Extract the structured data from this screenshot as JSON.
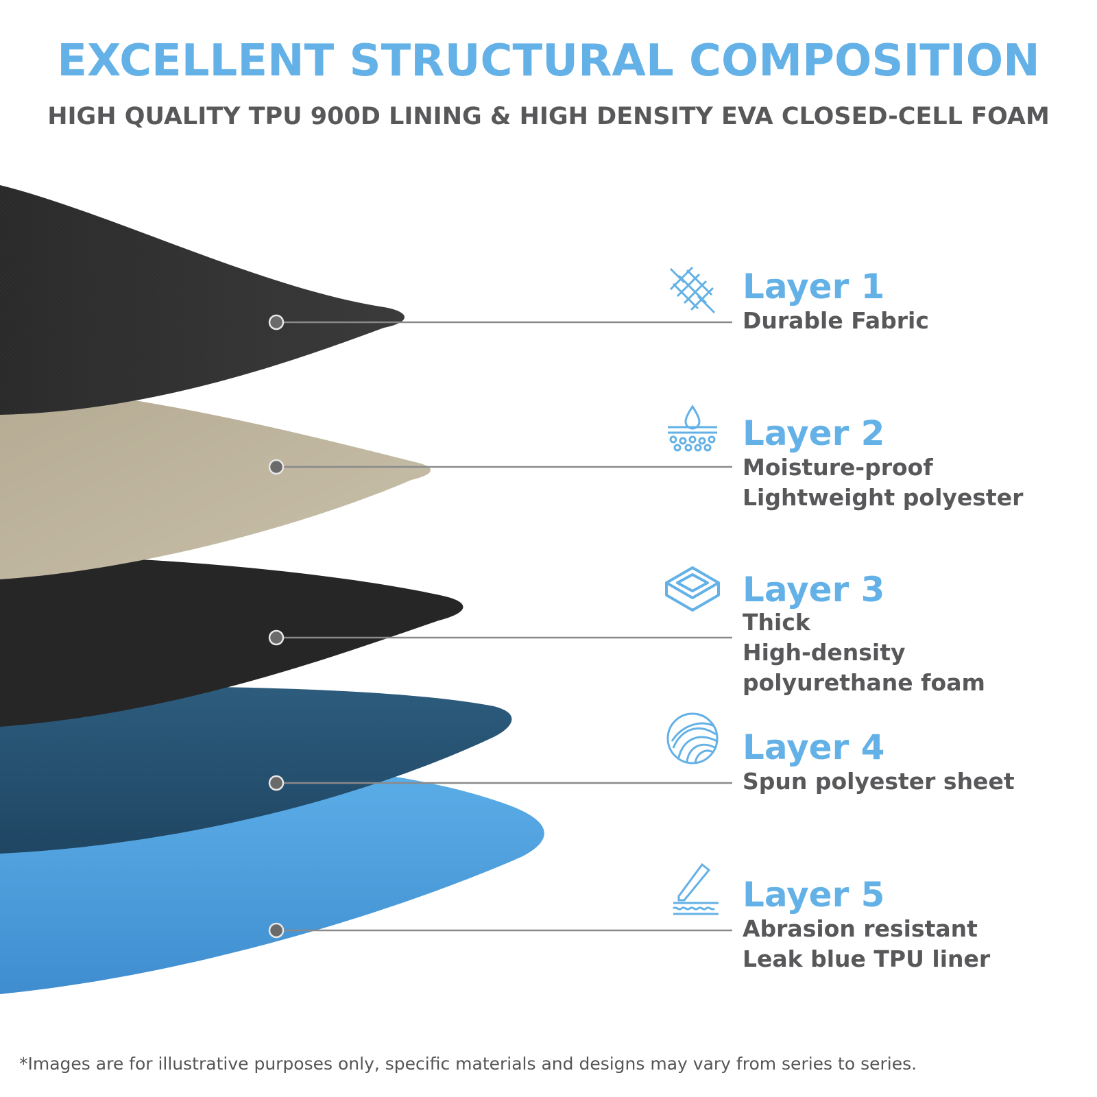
{
  "colors": {
    "accent": "#63b1e6",
    "heading_gray": "#58585a",
    "text_gray": "#58585a",
    "disclaimer_gray": "#555555",
    "line_gray": "#8a8a8a",
    "layer1": "#2b2b2c",
    "layer2": "#b7ad96",
    "layer3": "#2a2a2b",
    "layer4": "#23506f",
    "layer5": "#4a9fdf"
  },
  "header": {
    "title": "EXCELLENT STRUCTURAL COMPOSITION",
    "subtitle": "HIGH QUALITY TPU 900D LINING & HIGH DENSITY EVA CLOSED-CELL FOAM"
  },
  "layers": [
    {
      "title": "Layer 1",
      "lines": [
        "Durable Fabric"
      ],
      "icon": "mesh-fabric-icon"
    },
    {
      "title": "Layer 2",
      "lines": [
        "Moisture-proof",
        "Lightweight polyester"
      ],
      "icon": "water-drop-membrane-icon"
    },
    {
      "title": "Layer 3",
      "lines": [
        "Thick",
        "High-density",
        "polyurethane foam"
      ],
      "icon": "foam-block-icon"
    },
    {
      "title": "Layer 4",
      "lines": [
        "Spun polyester sheet"
      ],
      "icon": "yarn-ball-icon"
    },
    {
      "title": "Layer 5",
      "lines": [
        "Abrasion resistant",
        "Leak blue TPU liner"
      ],
      "icon": "scraper-blade-icon"
    }
  ],
  "footer": {
    "disclaimer": "*Images are for illustrative purposes only, specific materials and designs may vary from series to series."
  }
}
